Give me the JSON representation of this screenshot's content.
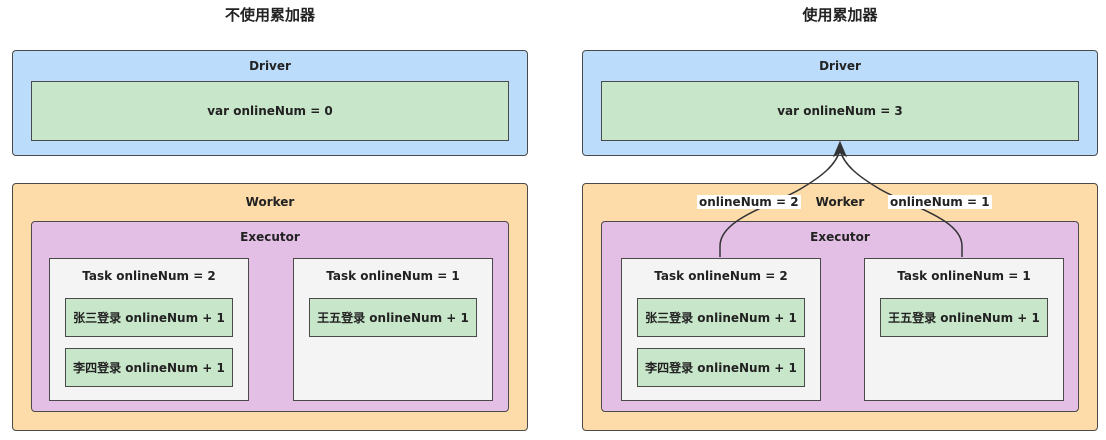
{
  "left": {
    "title": "不使用累加器",
    "driver_label": "Driver",
    "driver_var": "var onlineNum = 0",
    "worker_label": "Worker",
    "executor_label": "Executor",
    "task1_label": "Task onlineNum = 2",
    "task1_item1": "张三登录 onlineNum + 1",
    "task1_item2": "李四登录 onlineNum + 1",
    "task2_label": "Task onlineNum = 1",
    "task2_item1": "王五登录 onlineNum + 1"
  },
  "right": {
    "title": "使用累加器",
    "driver_label": "Driver",
    "driver_var": "var onlineNum = 3",
    "worker_label": "Worker",
    "executor_label": "Executor",
    "task1_label": "Task onlineNum = 2",
    "task1_item1": "张三登录 onlineNum + 1",
    "task1_item2": "李四登录 onlineNum + 1",
    "task2_label": "Task onlineNum = 1",
    "task2_item1": "王五登录 onlineNum + 1",
    "edge_left_label": "onlineNum = 2",
    "edge_right_label": "onlineNum = 1"
  },
  "colors": {
    "driver": "#bcdcfb",
    "worker": "#fddcaa",
    "executor": "#e3bfe6",
    "task": "#f4f4f4",
    "item": "#c8e6c9",
    "border": "#4a4a4a"
  }
}
